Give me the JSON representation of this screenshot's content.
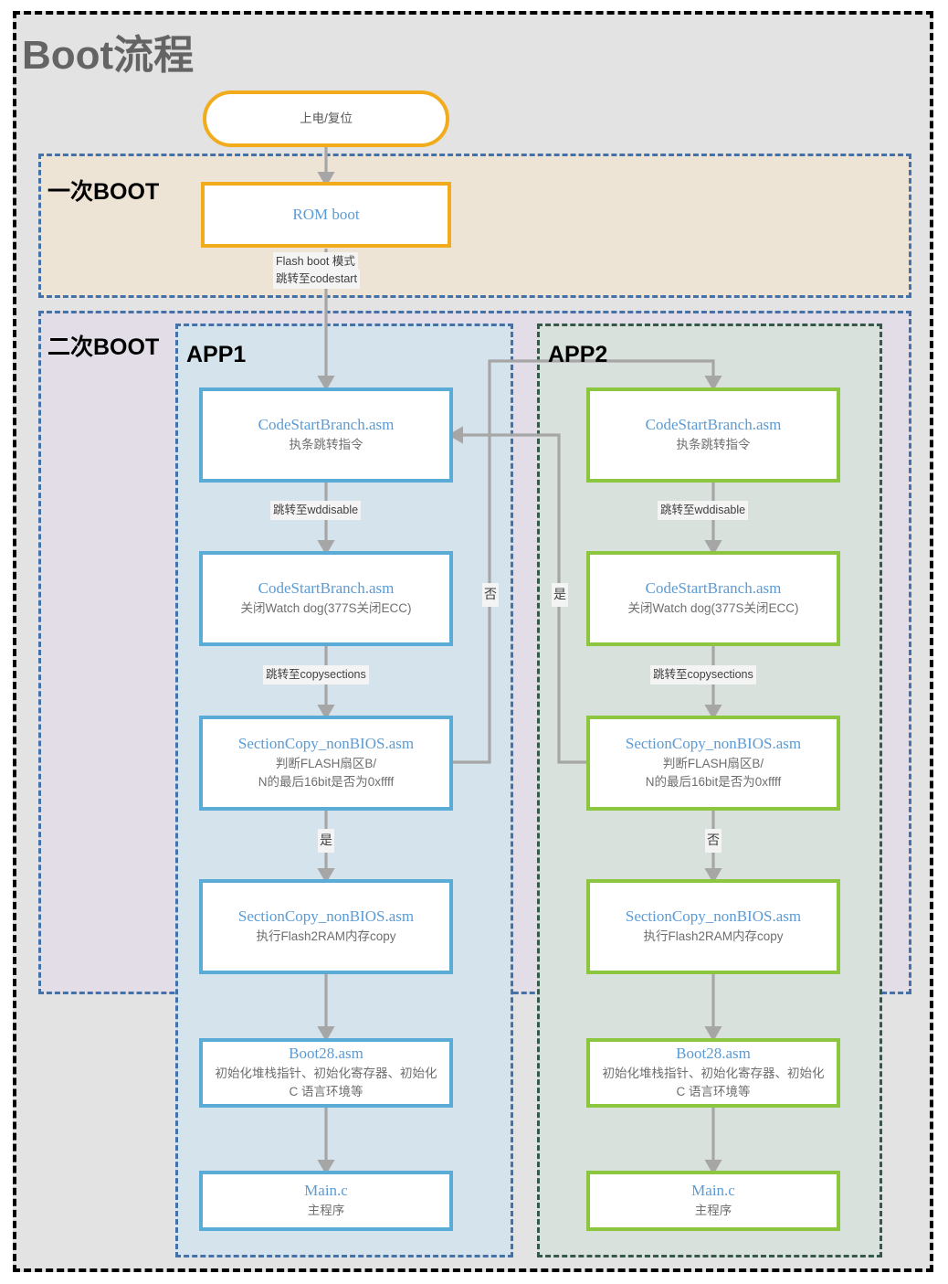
{
  "title": "Boot流程",
  "regions": {
    "first_boot": {
      "label": "一次BOOT"
    },
    "second_boot": {
      "label": "二次BOOT"
    },
    "app1": {
      "label": "APP1"
    },
    "app2": {
      "label": "APP2"
    }
  },
  "nodes": {
    "start": {
      "title": "上电/复位"
    },
    "rom": {
      "title": "ROM boot"
    },
    "app1_csb1": {
      "title": "CodeStartBranch.asm",
      "sub": "执条跳转指令"
    },
    "app1_csb2": {
      "title": "CodeStartBranch.asm",
      "sub": "关闭Watch dog(377S关闭ECC)"
    },
    "app1_sc1": {
      "title": "SectionCopy_nonBIOS.asm",
      "sub1": "判断FLASH扇区B/",
      "sub2": "N的最后16bit是否为0xffff"
    },
    "app1_sc2": {
      "title": "SectionCopy_nonBIOS.asm",
      "sub": "执行Flash2RAM内存copy"
    },
    "app1_boot28": {
      "title": "Boot28.asm",
      "sub1": "初始化堆栈指针、初始化寄存器、初始化",
      "sub2": "C 语言环境等"
    },
    "app1_main": {
      "title": "Main.c",
      "sub": "主程序"
    },
    "app2_csb1": {
      "title": "CodeStartBranch.asm",
      "sub": "执条跳转指令"
    },
    "app2_csb2": {
      "title": "CodeStartBranch.asm",
      "sub": "关闭Watch dog(377S关闭ECC)"
    },
    "app2_sc1": {
      "title": "SectionCopy_nonBIOS.asm",
      "sub1": "判断FLASH扇区B/",
      "sub2": "N的最后16bit是否为0xffff"
    },
    "app2_sc2": {
      "title": "SectionCopy_nonBIOS.asm",
      "sub": "执行Flash2RAM内存copy"
    },
    "app2_boot28": {
      "title": "Boot28.asm",
      "sub1": "初始化堆栈指针、初始化寄存器、初始化",
      "sub2": "C 语言环境等"
    },
    "app2_main": {
      "title": "Main.c",
      "sub": "主程序"
    }
  },
  "edge_labels": {
    "rom_to_csb_l1": "Flash boot 模式",
    "rom_to_csb_l2": "跳转至codestart",
    "app1_wd": "跳转至wddisable",
    "app1_copy": "跳转至copysections",
    "app1_yes": "是",
    "app2_wd": "跳转至wddisable",
    "app2_copy": "跳转至copysections",
    "app2_no": "否",
    "branch_no": "否",
    "branch_yes": "是"
  },
  "colors": {
    "accent_orange": "#f2ab1b",
    "accent_blue": "#5aacd6",
    "accent_green": "#8cc63f",
    "node_title": "#5b9bd5",
    "node_sub": "#6e6e6e",
    "outer_bg": "#e3e3e3",
    "first_boot_bg": "#eee4d6",
    "second_boot_bg": "#e2dde6",
    "app1_bg": "#d5e3ec",
    "app2_bg": "#d8e1db",
    "dash_blue": "#4472a8",
    "dash_green": "#36584a",
    "connector_gray": "#a6a6a6",
    "title_gray": "#646464"
  }
}
